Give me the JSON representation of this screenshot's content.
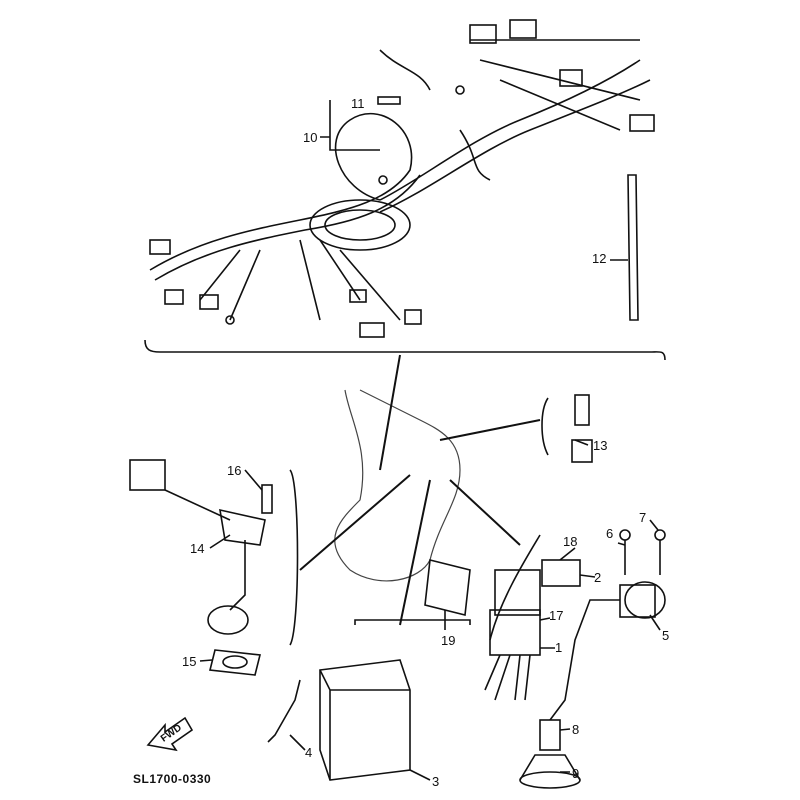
{
  "diagram": {
    "callouts": [
      "1",
      "2",
      "3",
      "4",
      "5",
      "6",
      "7",
      "8",
      "9",
      "10",
      "11",
      "12",
      "13",
      "14",
      "15",
      "16",
      "17",
      "18",
      "19"
    ],
    "fwd_label": "FWD",
    "drawing_code": "SL1700-0330"
  }
}
